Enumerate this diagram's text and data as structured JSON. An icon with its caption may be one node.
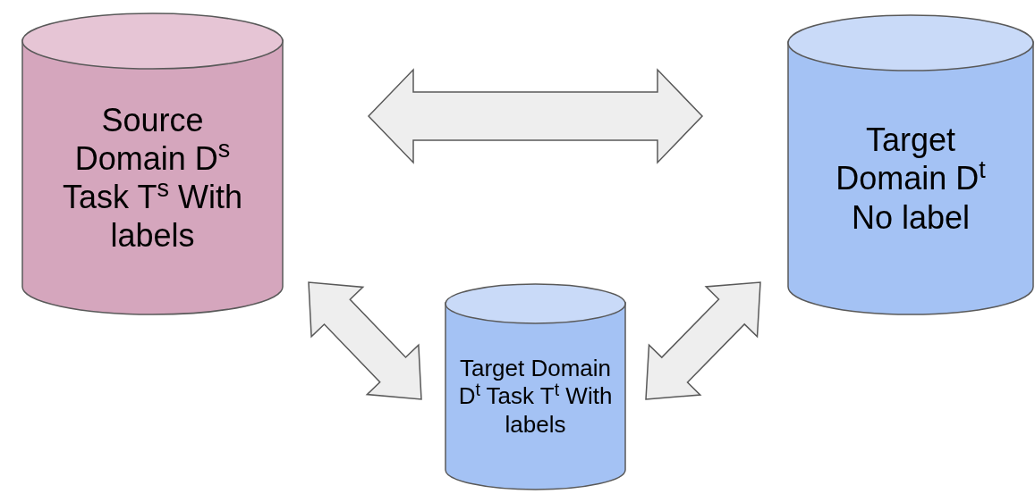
{
  "diagram": {
    "nodes": [
      {
        "text": [
          "Source Domain D$^{s}$ Task T$^{s}$ With labels"
        ]
      },
      {
        "text": [
          "Target Domain D$^{t}$ No label"
        ]
      },
      {
        "text": [
          "Target Domain D$^{t}$ Task T$^{t}$ With labels"
        ]
      }
    ],
    "edges": [
      {
        "from": 0,
        "to": 1,
        "arrow": "both"
      },
      {
        "from": 0,
        "to": 2,
        "arrow": "both"
      },
      {
        "from": 2,
        "to": 1,
        "arrow": "both"
      }
    ]
  }
}
